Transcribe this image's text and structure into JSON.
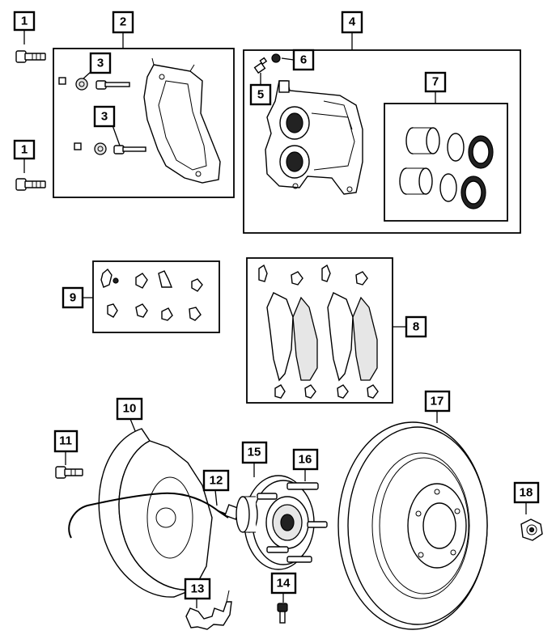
{
  "callouts": {
    "c1a": "1",
    "c1b": "1",
    "c2": "2",
    "c3a": "3",
    "c3b": "3",
    "c4": "4",
    "c5": "5",
    "c6": "6",
    "c7": "7",
    "c8": "8",
    "c9": "9",
    "c10": "10",
    "c11": "11",
    "c12": "12",
    "c13": "13",
    "c14": "14",
    "c15": "15",
    "c16": "16",
    "c17": "17",
    "c18": "18"
  }
}
